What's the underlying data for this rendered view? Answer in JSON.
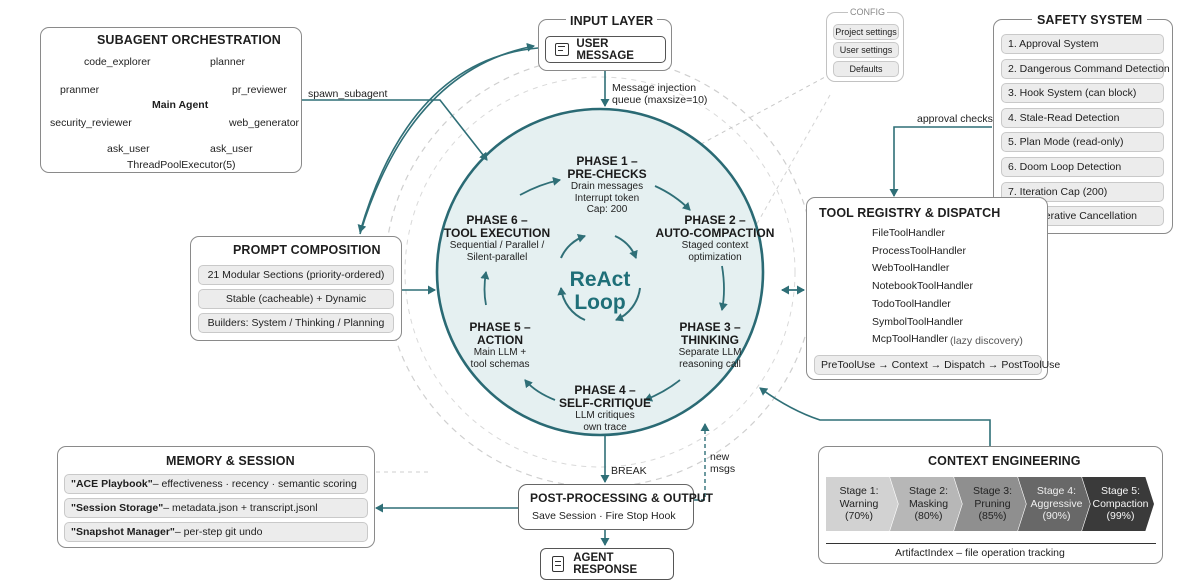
{
  "input_layer": {
    "title": "INPUT LAYER",
    "user_message": "USER MESSAGE",
    "user_message_icon": "chat-bubble-icon",
    "injection_note_line1": "Message injection",
    "injection_note_line2": "queue (maxsize=10)"
  },
  "config": {
    "title": "CONFIG",
    "items": [
      "Project settings",
      "User settings",
      "Defaults"
    ]
  },
  "subagent": {
    "title": "SUBAGENT ORCHESTRATION",
    "center": "Main Agent",
    "agents": [
      "code_explorer",
      "planner",
      "pranmer",
      "pr_reviewer",
      "security_reviewer",
      "web_generator",
      "ask_user",
      "ask_user"
    ],
    "footer": "ThreadPoolExecutor(5)",
    "edge_label": "spawn_subagent"
  },
  "safety": {
    "title": "SAFETY SYSTEM",
    "items": [
      "1. Approval System",
      "2. Dangerous Command Detection",
      "3. Hook System (can block)",
      "4. Stale-Read Detection",
      "5. Plan Mode (read-only)",
      "6. Doom Loop Detection",
      "7. Iteration Cap (200)",
      "8. Cooperative Cancellation"
    ],
    "edge_label": "approval checks"
  },
  "prompt": {
    "title": "PROMPT COMPOSITION",
    "items": [
      "21 Modular Sections (priority-ordered)",
      "Stable (cacheable) + Dynamic",
      "Builders: System / Thinking / Planning"
    ]
  },
  "loop": {
    "center_line1": "ReAct",
    "center_line2": "Loop",
    "phases": [
      {
        "title1": "PHASE 1 –",
        "title2": "PRE-CHECKS",
        "desc": [
          "Drain messages",
          "Interrupt token",
          "Cap: 200"
        ]
      },
      {
        "title1": "PHASE 2 –",
        "title2": "AUTO-COMPACTION",
        "desc": [
          "Staged context",
          "optimization"
        ]
      },
      {
        "title1": "PHASE 3 –",
        "title2": "THINKING",
        "desc": [
          "Separate LLM",
          "reasoning call"
        ]
      },
      {
        "title1": "PHASE 4 –",
        "title2": "SELF-CRITIQUE",
        "desc": [
          "LLM critiques",
          "own trace"
        ]
      },
      {
        "title1": "PHASE 5 –",
        "title2": "ACTION",
        "desc": [
          "Main LLM +",
          "tool schemas"
        ]
      },
      {
        "title1": "PHASE 6 –",
        "title2": "TOOL EXECUTION",
        "desc": [
          "Sequential / Parallel /",
          "Silent-parallel"
        ]
      }
    ],
    "break_label": "BREAK",
    "new_msgs_line1": "new",
    "new_msgs_line2": "msgs"
  },
  "tools": {
    "title": "TOOL REGISTRY & DISPATCH",
    "handlers": [
      "FileToolHandler",
      "ProcessToolHandler",
      "WebToolHandler",
      "NotebookToolHandler",
      "TodoToolHandler",
      "SymbolToolHandler",
      "McpToolHandler"
    ],
    "mcp_note": "(lazy discovery)",
    "pipeline": "PreToolUse → Context → Dispatch → PostToolUse"
  },
  "memory": {
    "title": "MEMORY & SESSION",
    "items": [
      {
        "name": "\"ACE Playbook\"",
        "desc": " – effectiveness · recency · semantic scoring"
      },
      {
        "name": "\"Session Storage\"",
        "desc": " – metadata.json + transcript.jsonl"
      },
      {
        "name": "\"Snapshot Manager\"",
        "desc": " – per-step git undo"
      }
    ]
  },
  "post": {
    "title": "POST-PROCESSING & OUTPUT",
    "subtitle": "Save Session · Fire Stop Hook"
  },
  "response": {
    "label": "AGENT RESPONSE",
    "icon": "document-icon"
  },
  "context": {
    "title": "CONTEXT ENGINEERING",
    "stages": [
      {
        "l1": "Stage 1:",
        "l2": "Warning",
        "l3": "(70%)"
      },
      {
        "l1": "Stage 2:",
        "l2": "Masking",
        "l3": "(80%)"
      },
      {
        "l1": "Stage 3:",
        "l2": "Pruning",
        "l3": "(85%)"
      },
      {
        "l1": "Stage 4:",
        "l2": "Aggressive",
        "l3": "(90%)"
      },
      {
        "l1": "Stage 5:",
        "l2": "Compaction",
        "l3": "(99%)"
      }
    ],
    "footer": "ArtifactIndex – file operation tracking"
  },
  "colors": {
    "teal": "#1f6f78",
    "loop_fill": "#e4eff0",
    "loop_border": "#2a6a74",
    "arrow": "#3f7f86"
  }
}
